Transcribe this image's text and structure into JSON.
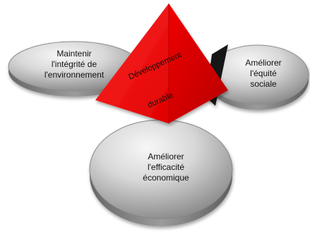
{
  "diagram": {
    "center": {
      "line1": "Développement",
      "line2": "durable"
    },
    "pillars": [
      {
        "id": "environment",
        "label": "Maintenir\nl'intégrité de\nl'environnement"
      },
      {
        "id": "social",
        "label": "Améliorer\nl'équité\nsociale"
      },
      {
        "id": "economic",
        "label": "Améliorer\nl'efficacité\néconomique"
      }
    ],
    "colors": {
      "pyramid": "#ff0000",
      "pyramid_dark": "#c80000",
      "disc_light": "#f2f2f2",
      "disc_mid": "#cfcfcf",
      "disc_dark": "#777777",
      "disc_rim": "#555555"
    }
  }
}
